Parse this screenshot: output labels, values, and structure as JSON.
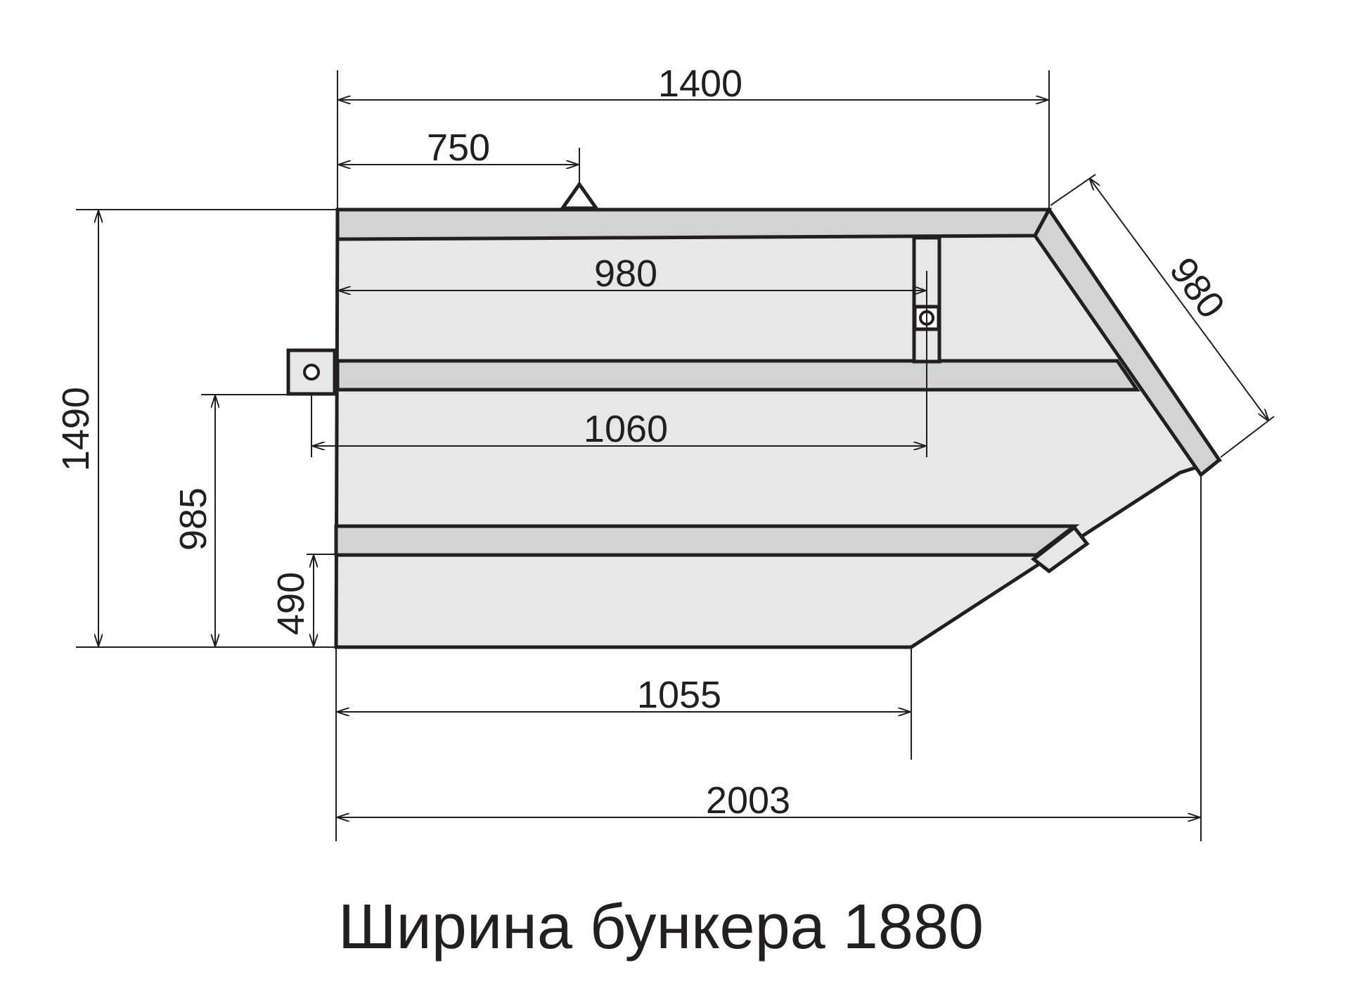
{
  "dimensions": {
    "top_length": "1400",
    "lift_point": "750",
    "inner_980": "980",
    "slant_980": "980",
    "inner_1060": "1060",
    "bottom_flat": "1055",
    "overall_length": "2003",
    "height_total": "1490",
    "height_985": "985",
    "height_490": "490"
  },
  "caption": "Ширина бункера 1880",
  "colors": {
    "line": "#231f20",
    "body": "#e6e7e8",
    "band": "#d1d3d4"
  }
}
